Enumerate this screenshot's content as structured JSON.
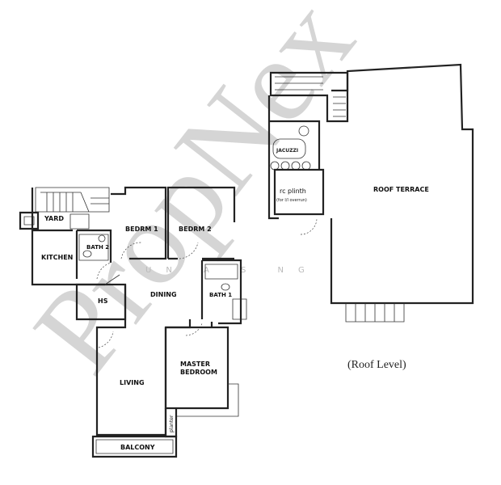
{
  "watermark": {
    "brand": "PropNex",
    "agent_line": "UN A S NG"
  },
  "unit": {
    "rooms": {
      "yard": "YARD",
      "kitchen": "KITCHEN",
      "bath2": "BATH 2",
      "bedrm1": "BEDRM 1",
      "bedrm2": "BEDRM 2",
      "hs": "HS",
      "dining": "DINING",
      "bath1": "BATH 1",
      "living": "LIVING",
      "master": "MASTER",
      "master2": "BEDROOM",
      "planter": "planter",
      "balcony": "BALCONY"
    }
  },
  "roof": {
    "terrace": "ROOF TERRACE",
    "jacuzzi": "JACUZZI",
    "plinth": "rc plinth",
    "plinth_note": "(for l/l overrun)",
    "level_caption": "(Roof Level)"
  }
}
